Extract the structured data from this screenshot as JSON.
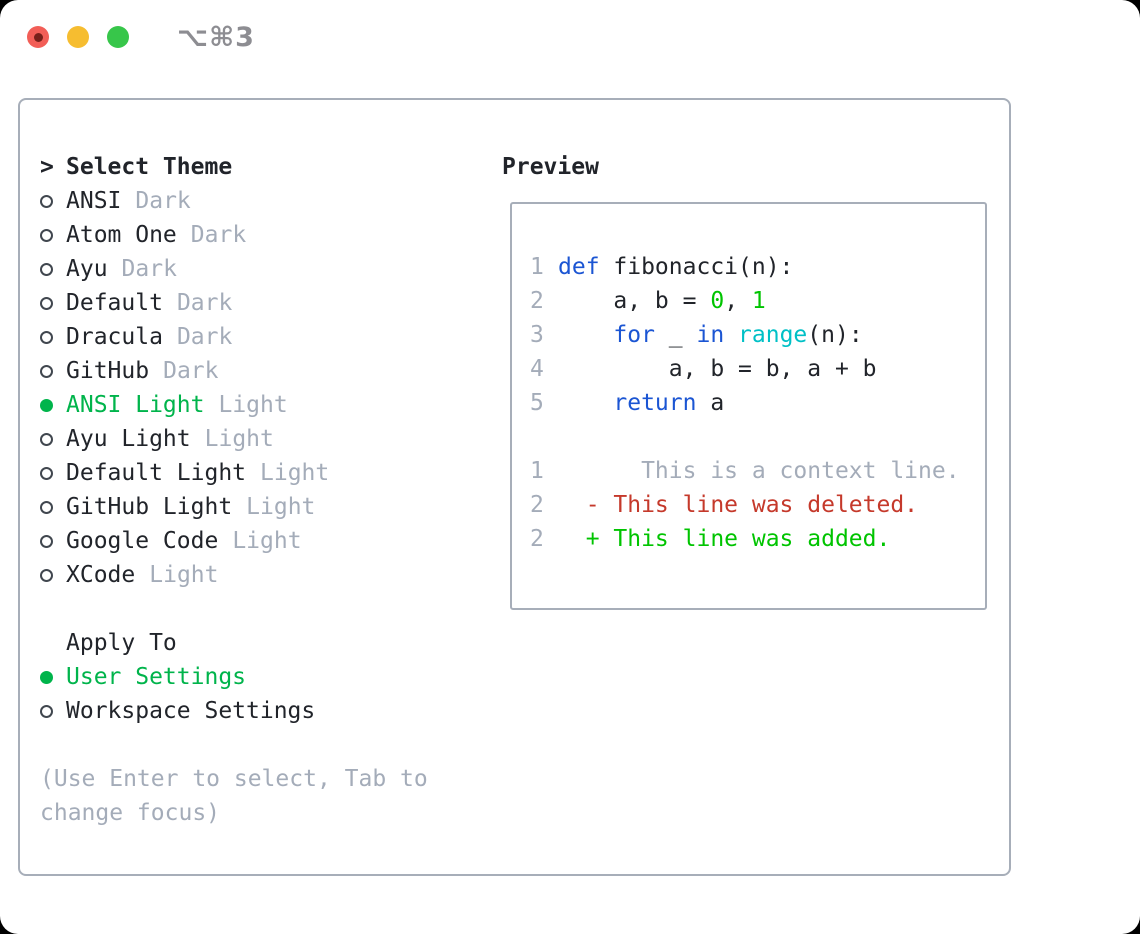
{
  "titlebar": {
    "shortcut": "⌥⌘3",
    "buttons": [
      "close",
      "minimize",
      "zoom"
    ]
  },
  "palette": {
    "ink": "#21242a",
    "gray": "#a4acb9",
    "green": "#00b44b",
    "code_green": "#00c400",
    "red": "#c5392b",
    "blue": "#1b55d3",
    "cyan": "#00c0c6",
    "border": "#a7aeb9",
    "titlebar_text": "#8d8d92",
    "light_red": "#f25e57",
    "light_red_dot": "#77201a",
    "light_yellow": "#f6bd30",
    "light_green": "#37c64a",
    "window_bg": "#ffffff",
    "outside_bg": "#000000"
  },
  "select_theme": {
    "header": "Select Theme",
    "cursor": ">",
    "items": [
      {
        "label": "ANSI",
        "variant": "Dark",
        "selected": false
      },
      {
        "label": "Atom One",
        "variant": "Dark",
        "selected": false
      },
      {
        "label": "Ayu",
        "variant": "Dark",
        "selected": false
      },
      {
        "label": "Default",
        "variant": "Dark",
        "selected": false
      },
      {
        "label": "Dracula",
        "variant": "Dark",
        "selected": false
      },
      {
        "label": "GitHub",
        "variant": "Dark",
        "selected": false
      },
      {
        "label": "ANSI Light",
        "variant": "Light",
        "selected": true
      },
      {
        "label": "Ayu Light",
        "variant": "Light",
        "selected": false
      },
      {
        "label": "Default Light",
        "variant": "Light",
        "selected": false
      },
      {
        "label": "GitHub Light",
        "variant": "Light",
        "selected": false
      },
      {
        "label": "Google Code",
        "variant": "Light",
        "selected": false
      },
      {
        "label": "XCode",
        "variant": "Light",
        "selected": false
      }
    ]
  },
  "apply_to": {
    "header": "Apply To",
    "options": [
      {
        "label": "User Settings",
        "selected": true
      },
      {
        "label": "Workspace Settings",
        "selected": false
      }
    ]
  },
  "help_text": "(Use Enter to select, Tab to change focus)",
  "preview": {
    "header": "Preview",
    "code_lines": [
      {
        "num": "1",
        "tokens": [
          {
            "t": "def",
            "c": "blue"
          },
          {
            "t": " fibonacci(n):",
            "c": "ink"
          }
        ]
      },
      {
        "num": "2",
        "tokens": [
          {
            "t": "    a, b = ",
            "c": "ink"
          },
          {
            "t": "0",
            "c": "green"
          },
          {
            "t": ", ",
            "c": "ink"
          },
          {
            "t": "1",
            "c": "green"
          }
        ]
      },
      {
        "num": "3",
        "tokens": [
          {
            "t": "    ",
            "c": "ink"
          },
          {
            "t": "for",
            "c": "blue"
          },
          {
            "t": " _ ",
            "c": "ink"
          },
          {
            "t": "in",
            "c": "blue"
          },
          {
            "t": " ",
            "c": "ink"
          },
          {
            "t": "range",
            "c": "cyan"
          },
          {
            "t": "(n):",
            "c": "ink"
          }
        ]
      },
      {
        "num": "4",
        "tokens": [
          {
            "t": "        a, b = b, a + b",
            "c": "ink"
          }
        ]
      },
      {
        "num": "5",
        "tokens": [
          {
            "t": "    ",
            "c": "ink"
          },
          {
            "t": "return",
            "c": "blue"
          },
          {
            "t": " a",
            "c": "ink"
          }
        ]
      },
      {
        "num": "",
        "tokens": []
      },
      {
        "num": "1",
        "tokens": [
          {
            "t": "      This is a context line.",
            "c": "gray"
          }
        ]
      },
      {
        "num": "2",
        "tokens": [
          {
            "t": "  - This line was deleted.",
            "c": "red"
          }
        ]
      },
      {
        "num": "2",
        "tokens": [
          {
            "t": "  + This line was added.",
            "c": "added"
          }
        ]
      }
    ]
  }
}
